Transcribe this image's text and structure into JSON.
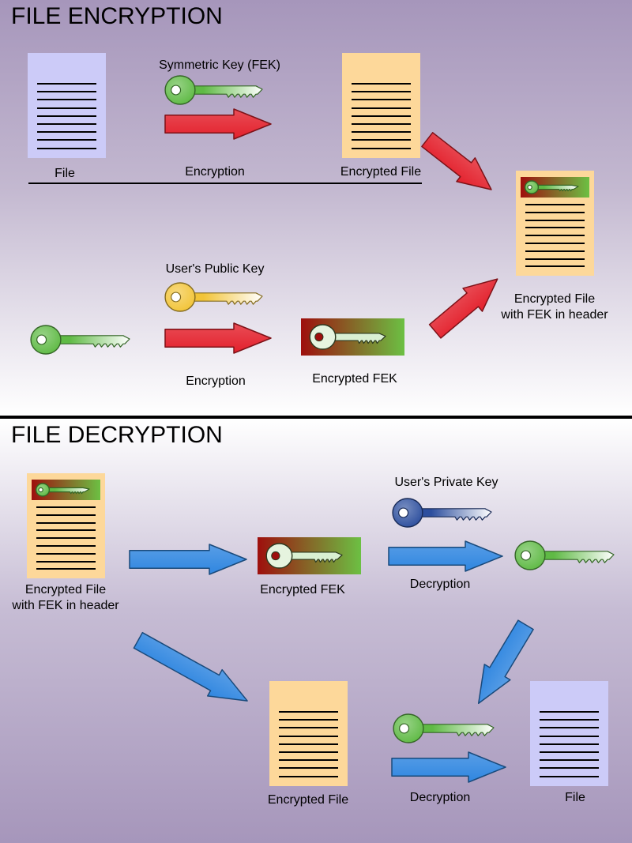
{
  "encryption": {
    "title": "FILE ENCRYPTION",
    "symmetric_key_label": "Symmetric Key (FEK)",
    "file_label": "File",
    "encryption_label_1": "Encryption",
    "encrypted_file_label": "Encrypted File",
    "users_public_key_label": "User's Public Key",
    "encryption_label_2": "Encryption",
    "encrypted_fek_label": "Encrypted FEK",
    "result_label_line1": "Encrypted File",
    "result_label_line2": "with FEK in header"
  },
  "decryption": {
    "title": "FILE DECRYPTION",
    "source_label_line1": "Encrypted File",
    "source_label_line2": "with FEK in header",
    "encrypted_fek_label": "Encrypted FEK",
    "users_private_key_label": "User's Private Key",
    "decryption_label_1": "Decryption",
    "encrypted_file_label": "Encrypted File",
    "decryption_label_2": "Decryption",
    "file_label": "File"
  },
  "colors": {
    "plain_doc": "#cccbf8",
    "encrypted_doc": "#fdd89a",
    "key_green": "#5fba45",
    "key_yellow": "#f2c438",
    "key_blue": "#2d4f9e",
    "arrow_red": "#e3202c",
    "arrow_blue": "#2f86e0",
    "fek_dark": "#9e0f0d",
    "fek_light": "#6cc043"
  }
}
